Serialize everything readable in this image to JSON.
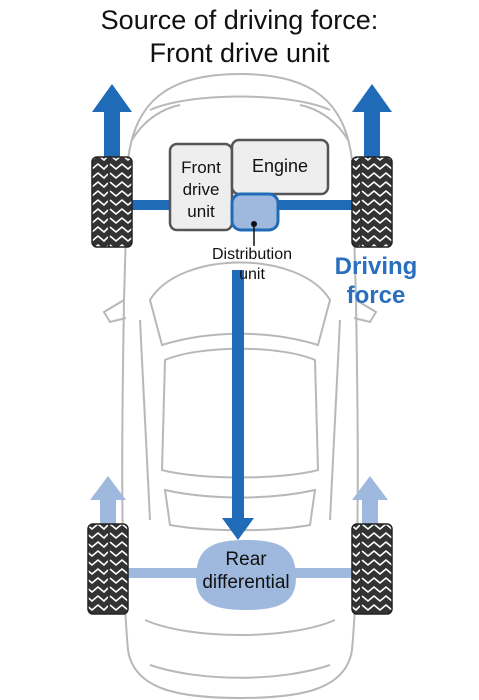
{
  "title": {
    "line1": "Source of driving force:",
    "line2": "Front drive unit"
  },
  "labels": {
    "front_drive_unit": [
      "Front",
      "drive",
      "unit"
    ],
    "engine": "Engine",
    "distribution_unit": [
      "Distribution",
      "unit"
    ],
    "rear_differential": [
      "Rear",
      "differential"
    ],
    "driving_force": [
      "Driving",
      "force"
    ]
  },
  "colors": {
    "strong_blue": "#1f6bb8",
    "light_blue": "#9fb9de",
    "label_blue": "#2a6fbd",
    "car_outline": "#b8b8b8",
    "box_fill": "#eeeeee",
    "tire": "#333333"
  }
}
